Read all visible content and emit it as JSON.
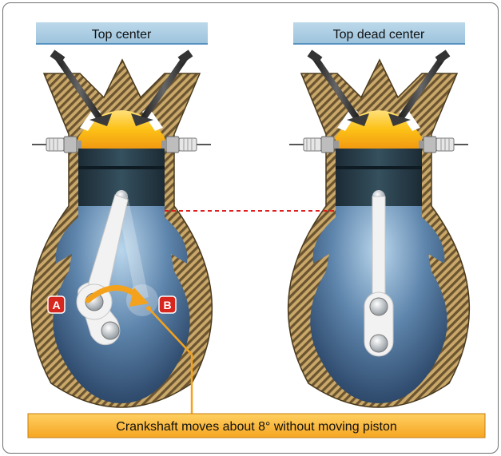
{
  "labels": {
    "left_title": "Top center",
    "right_title": "Top dead center",
    "marker_a": "A",
    "marker_b": "B",
    "callout": "Crankshaft moves about 8° without moving piston"
  },
  "colors": {
    "title_box": "#a7cbe1",
    "callout_box": "#fbb73a",
    "marker_red": "#d7261e",
    "casing": "#6b5430",
    "chamber": "#fcc116",
    "crankcase": "#2c4b72",
    "piston": "#1f3340",
    "guide_line": "#e01e1e",
    "arrow": "#f4a21c"
  },
  "icons": [
    "valve-icon",
    "spark-plug-icon",
    "wrist-pin-icon",
    "crankpin-icon",
    "rotation-arrow-icon"
  ]
}
